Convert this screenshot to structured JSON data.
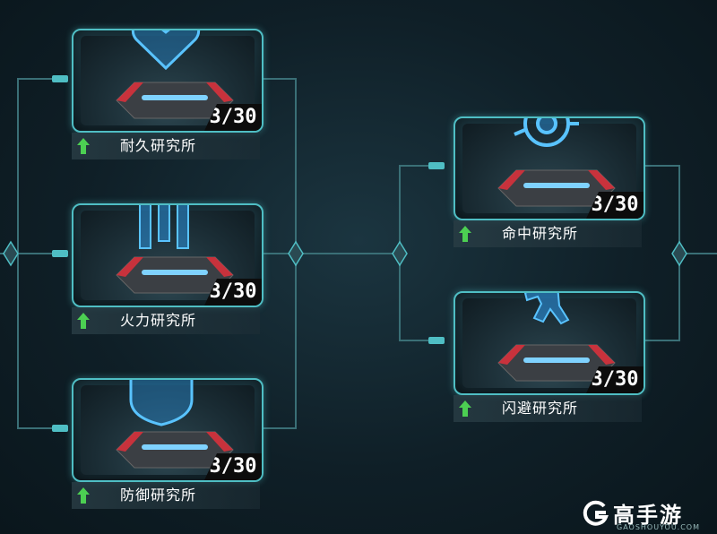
{
  "research_tree": {
    "left_column": [
      {
        "name": "耐久研究所",
        "level": "3/30",
        "hologram": "heart-hologram-icon"
      },
      {
        "name": "火力研究所",
        "level": "3/30",
        "hologram": "bullets-hologram-icon"
      },
      {
        "name": "防御研究所",
        "level": "3/30",
        "hologram": "shield-hologram-icon"
      }
    ],
    "right_column": [
      {
        "name": "命中研究所",
        "level": "3/30",
        "hologram": "crosshair-hologram-icon"
      },
      {
        "name": "闪避研究所",
        "level": "3/30",
        "hologram": "dodge-runner-hologram-icon"
      }
    ]
  },
  "upgrade_icon": "green-up-arrow-icon",
  "colors": {
    "frame": "#4fbec4",
    "hologram": "#2fa6ff",
    "counter_bg": "#0c0c0c",
    "upgrade": "#4ccf52",
    "pedestal": "#c8323c"
  },
  "watermark": {
    "main": "高手游",
    "sub": "GAOSHOUYOU.COM"
  }
}
